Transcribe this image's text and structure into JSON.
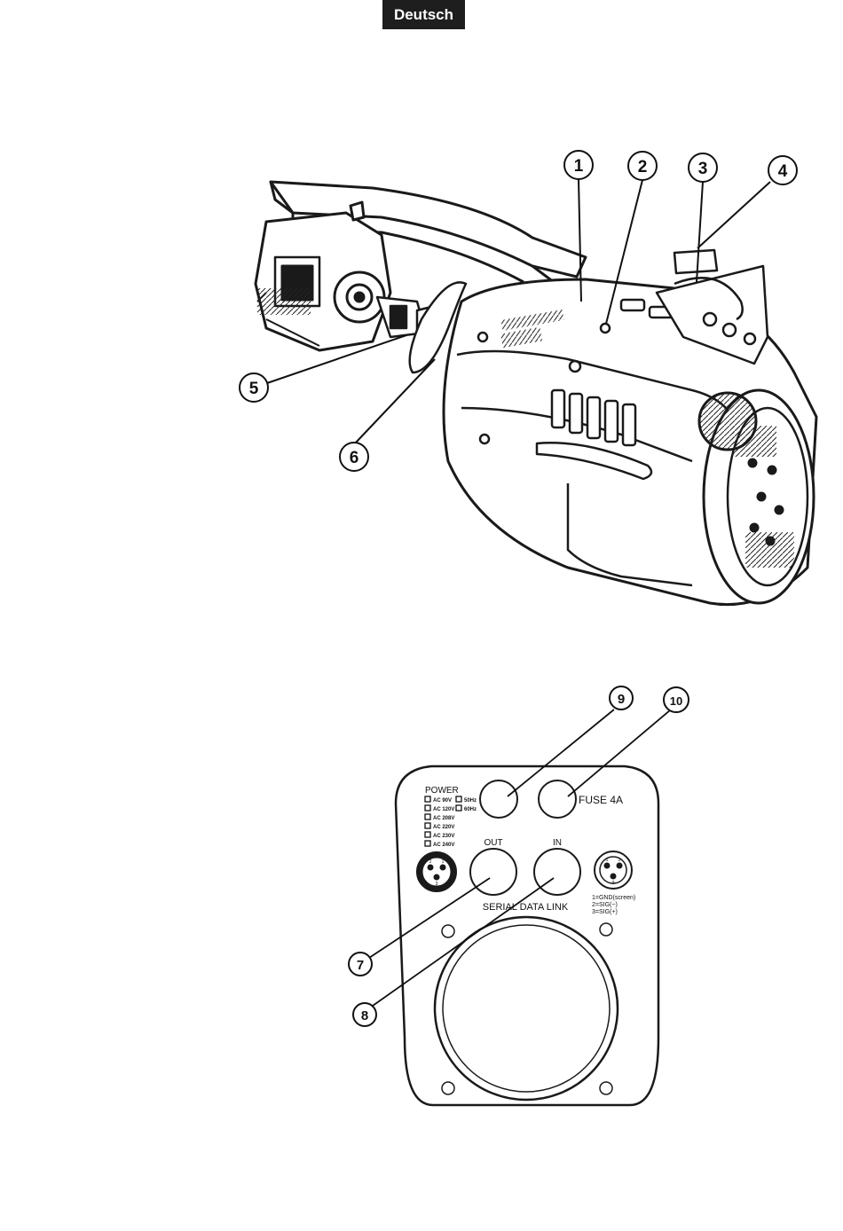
{
  "header": {
    "language": "Deutsch"
  },
  "callouts": [
    "1",
    "2",
    "3",
    "4",
    "5",
    "6",
    "7",
    "8",
    "9",
    "10"
  ],
  "panel": {
    "power_label": "POWER",
    "voltages": [
      "AC 90V",
      "AC 120V",
      "AC 208V",
      "AC 220V",
      "AC 230V",
      "AC 240V"
    ],
    "frequencies": [
      "50Hz",
      "60Hz"
    ],
    "out_label": "OUT",
    "in_label": "IN",
    "fuse_label": "FUSE 4A",
    "serial_label": "SERIAL DATA LINK",
    "pinout": [
      "1=GND(screen)",
      "2=SIG(−)",
      "3=SIG(+)"
    ],
    "xlr_left_pins": [
      "2",
      "1",
      "3"
    ],
    "xlr_right_pins": [
      "1",
      "2",
      "3"
    ]
  }
}
